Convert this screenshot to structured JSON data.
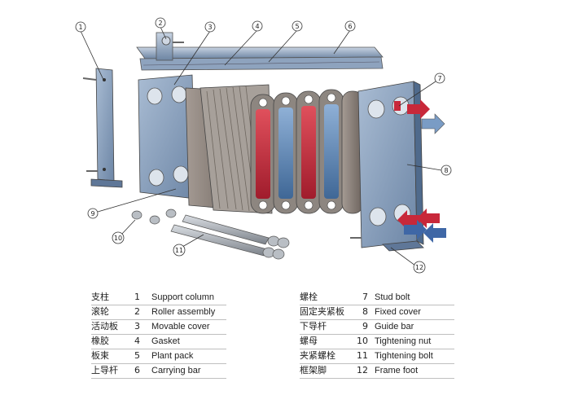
{
  "callouts": [
    "1",
    "2",
    "3",
    "4",
    "5",
    "6",
    "7",
    "8",
    "9",
    "10",
    "11",
    "12"
  ],
  "legend_left": [
    {
      "cn": "支柱",
      "num": "1",
      "en": "Support column"
    },
    {
      "cn": "滚轮",
      "num": "2",
      "en": "Roller  assembly"
    },
    {
      "cn": "活动板",
      "num": "3",
      "en": "Movable cover"
    },
    {
      "cn": "橡胶",
      "num": "4",
      "en": "Gasket"
    },
    {
      "cn": "板束",
      "num": "5",
      "en": "Plant pack"
    },
    {
      "cn": "上导杆",
      "num": "6",
      "en": "Carrying bar"
    }
  ],
  "legend_right": [
    {
      "cn": "螺栓",
      "num": "7",
      "en": "Stud bolt"
    },
    {
      "cn": "固定夹紧板",
      "num": "8",
      "en": "Fixed cover"
    },
    {
      "cn": "下导杆",
      "num": "9",
      "en": "Guide bar"
    },
    {
      "cn": "螺母",
      "num": "10",
      "en": "Tightening nut"
    },
    {
      "cn": "夹紧螺栓",
      "num": "11",
      "en": "Tightening bolt"
    },
    {
      "cn": "框架脚",
      "num": "12",
      "en": "Frame foot"
    }
  ],
  "colors": {
    "frame": "#7f97b5",
    "frame_dark": "#4f6a8c",
    "hot": "#c8283a",
    "cold": "#4f7fb5",
    "gasket": "#8a7f78",
    "outline": "#333333"
  }
}
